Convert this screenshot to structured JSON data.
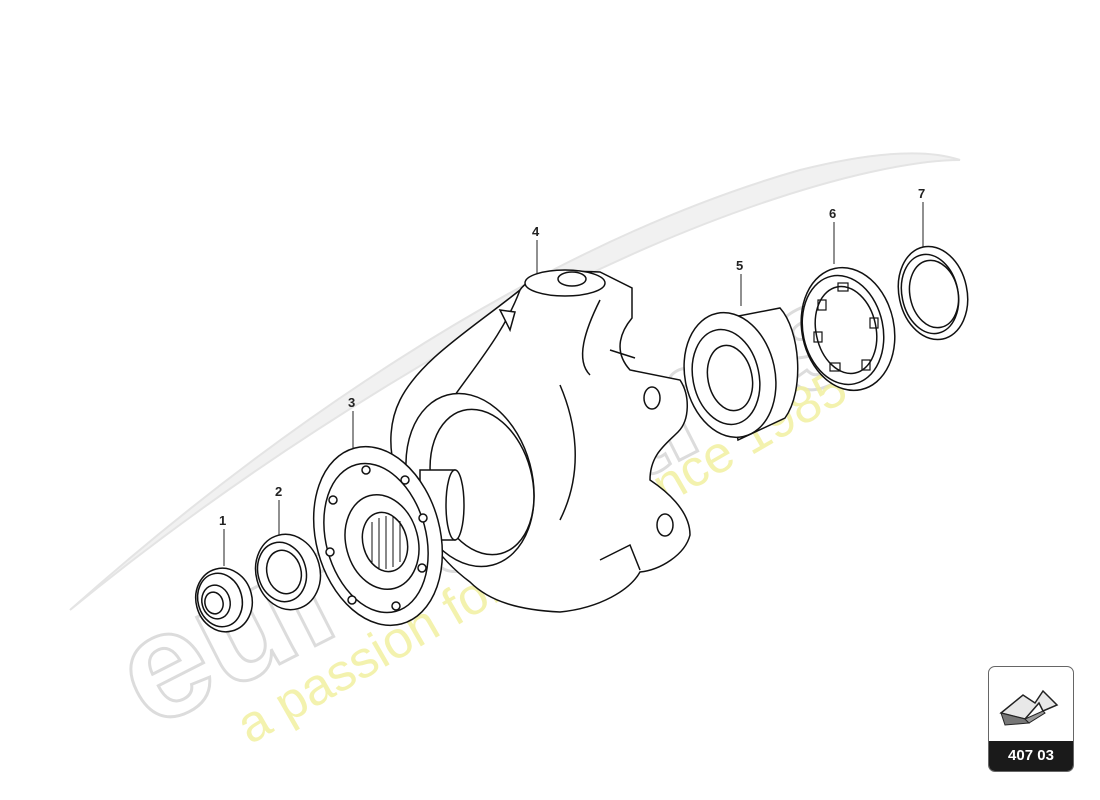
{
  "watermark": {
    "brand": "eurospares",
    "tagline": "a passion for parts since 1985"
  },
  "parts": [
    {
      "number": "1"
    },
    {
      "number": "2"
    },
    {
      "number": "3"
    },
    {
      "number": "4"
    },
    {
      "number": "5"
    },
    {
      "number": "6"
    },
    {
      "number": "7"
    }
  ],
  "section_badge": {
    "code": "407 03",
    "icon": "arrow-icon"
  }
}
